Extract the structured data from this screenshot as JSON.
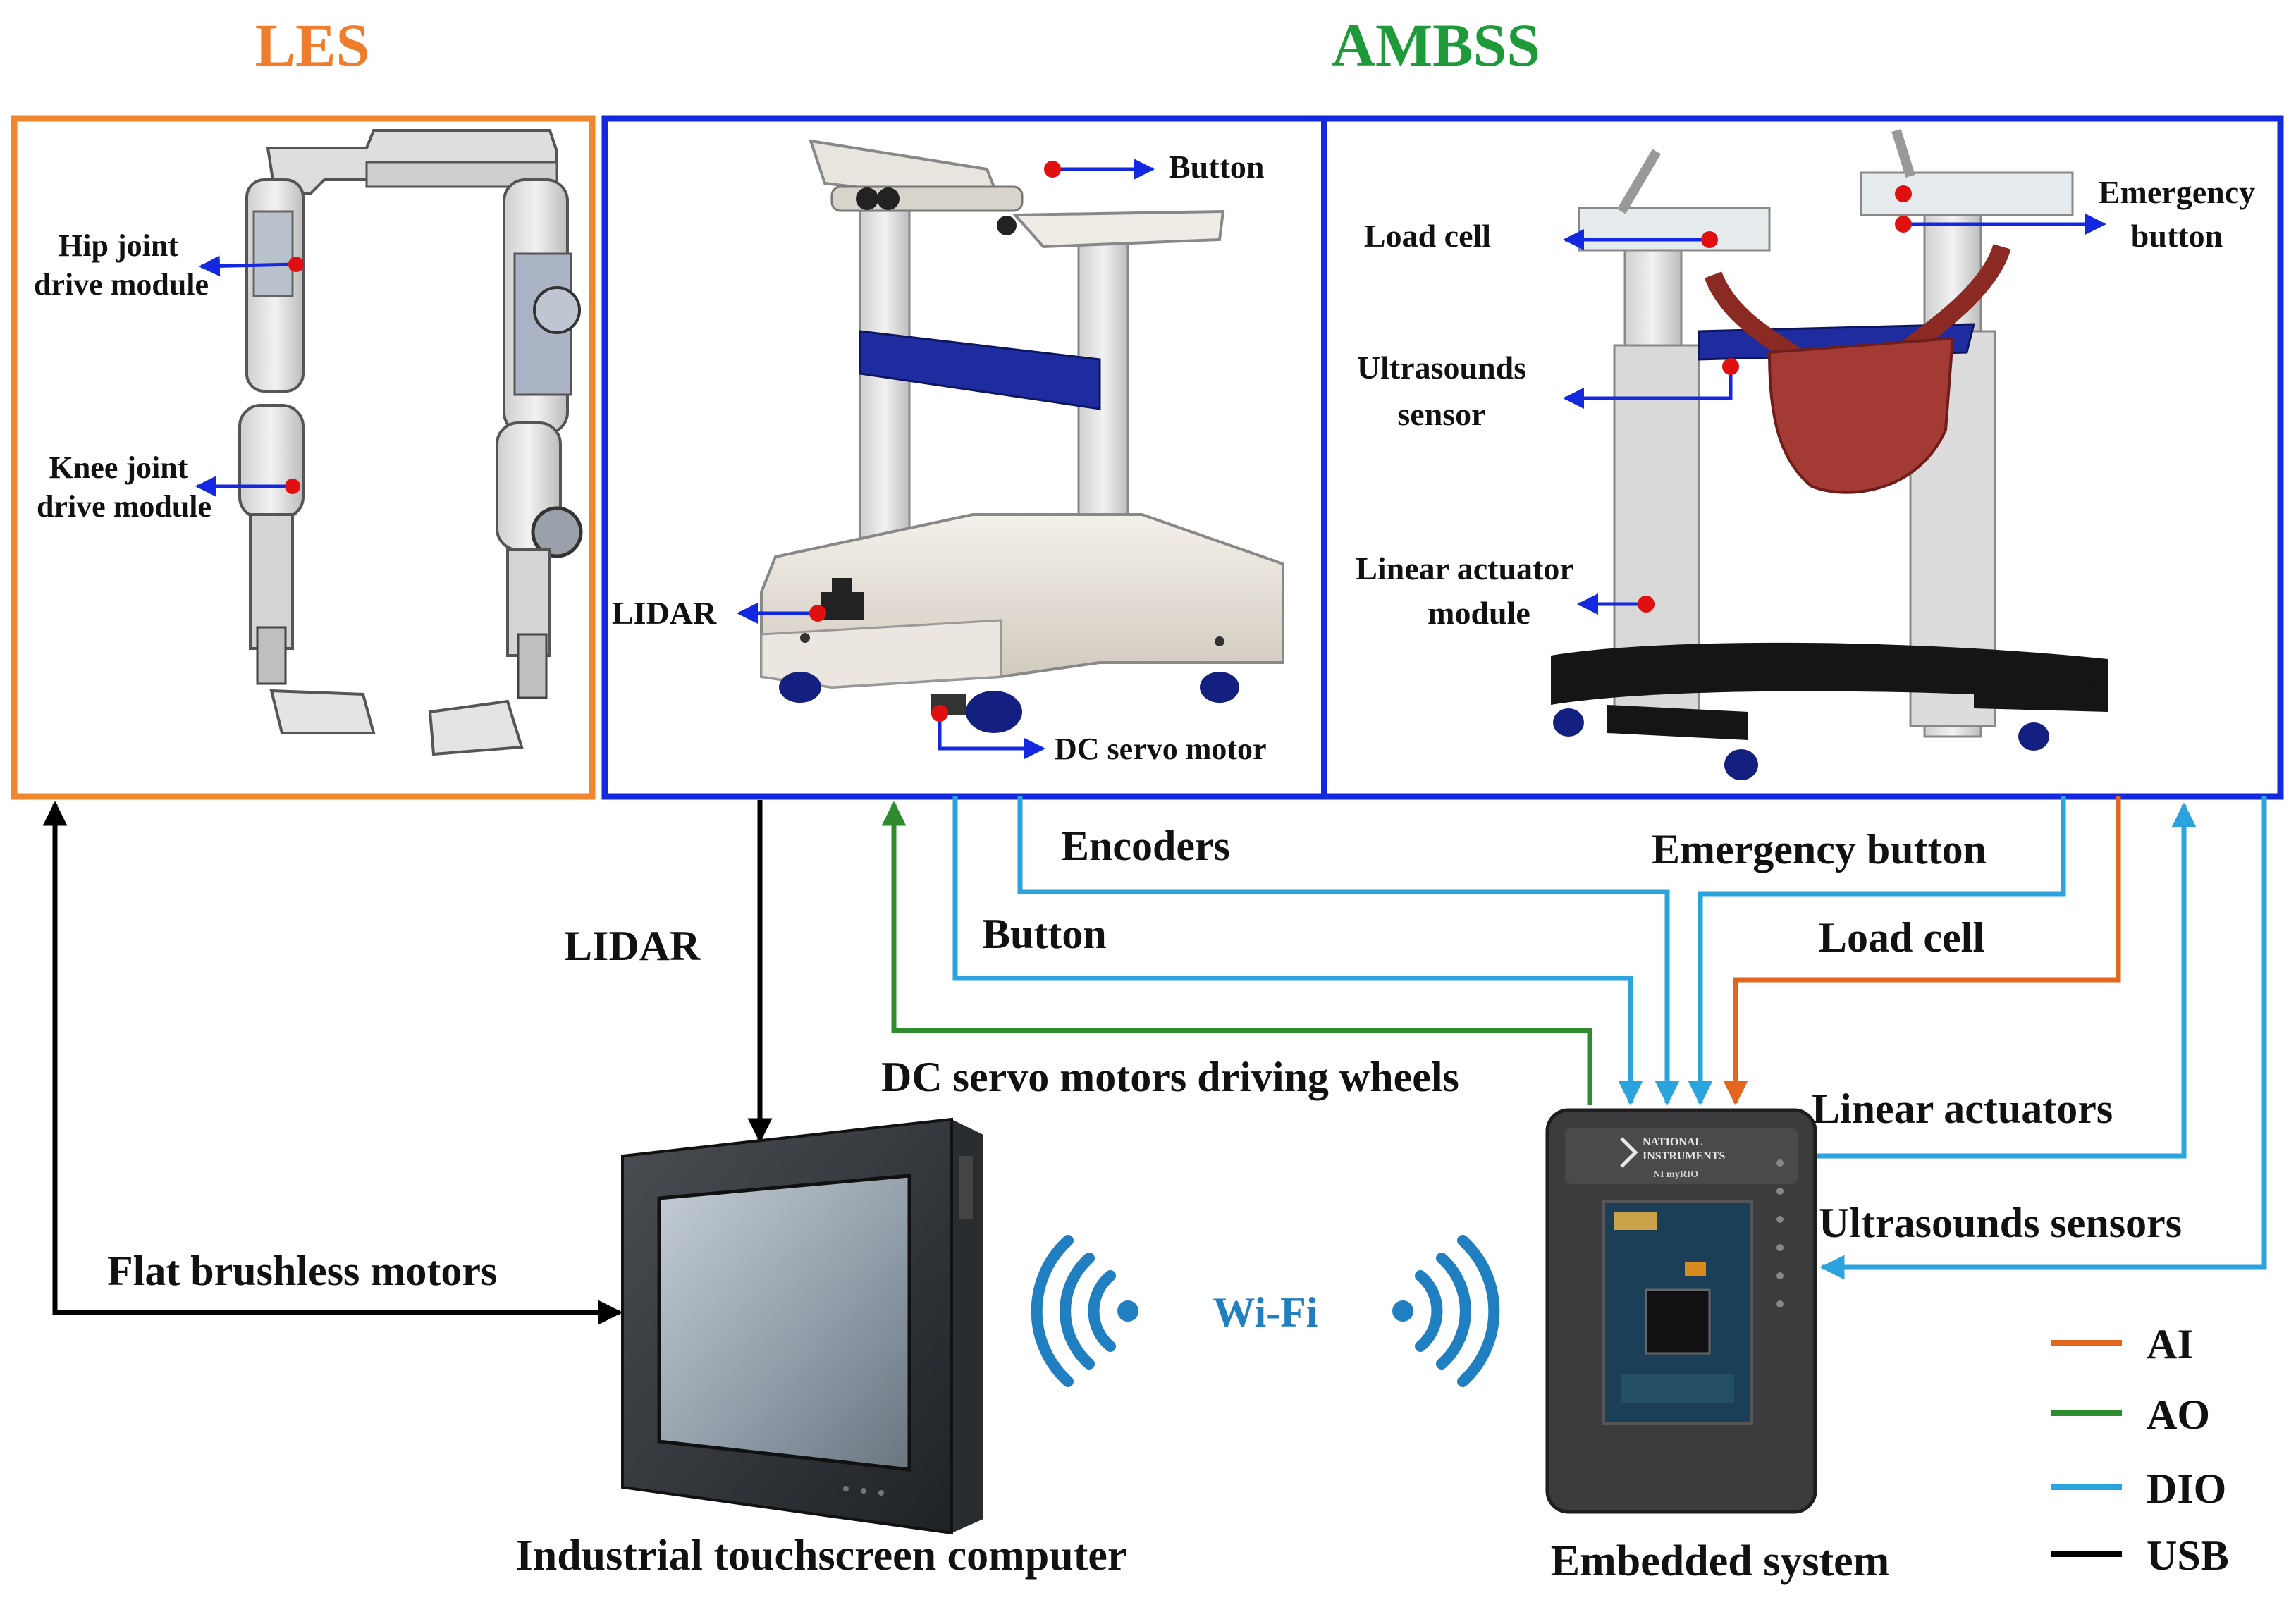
{
  "groups": {
    "les": {
      "title": "LES",
      "color": "#f07d2c"
    },
    "ambss": {
      "title": "AMBSS",
      "color": "#1f9a3a"
    }
  },
  "frame_colors": {
    "les": "#f0862e",
    "ambss": "#1428e0"
  },
  "les_labels": {
    "hip_1": "Hip joint",
    "hip_2": "drive module",
    "knee_1": "Knee joint",
    "knee_2": "drive module"
  },
  "cart_labels": {
    "button": "Button",
    "lidar": "LIDAR",
    "dc_servo_motor": "DC servo motor"
  },
  "frame_labels": {
    "load_cell": "Load cell",
    "emergency_1": "Emergency",
    "emergency_2": "button",
    "ultrasounds_1": "Ultrasounds",
    "ultrasounds_2": "sensor",
    "linear_1": "Linear actuator",
    "linear_2": "module"
  },
  "signals": {
    "encoders": "Encoders",
    "emergency_button": "Emergency button",
    "button": "Button",
    "load_cell": "Load cell",
    "lidar": "LIDAR",
    "dc_servo_motors": "DC servo motors driving wheels",
    "linear_actuators": "Linear actuators",
    "ultrasounds_sensors": "Ultrasounds sensors",
    "flat_brushless_motors": "Flat brushless motors"
  },
  "devices": {
    "computer": "Industrial touchscreen computer",
    "embedded": "Embedded system",
    "wifi": "Wi-Fi",
    "ni_brand_1": "NATIONAL",
    "ni_brand_2": "INSTRUMENTS",
    "ni_model": "NI myRIO"
  },
  "legend": [
    {
      "label": "AI",
      "color": "#e2661c"
    },
    {
      "label": "AO",
      "color": "#2e8b2e"
    },
    {
      "label": "DIO",
      "color": "#2ba3dd"
    },
    {
      "label": "USB",
      "color": "#000000"
    }
  ],
  "marker_colors": {
    "pointer": "#1428e0",
    "dot": "#e01010",
    "wifi": "#1f7fc0"
  }
}
